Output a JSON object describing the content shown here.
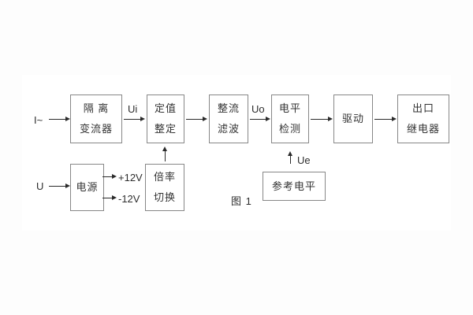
{
  "figure": {
    "caption": "图 1",
    "inputs": {
      "current": "I~",
      "voltage": "U"
    },
    "signals": {
      "ui": "Ui",
      "uo": "Uo",
      "ue": "Ue",
      "plus12": "+12V",
      "minus12": "-12V"
    },
    "blocks": {
      "isolation": {
        "line1": "隔  离",
        "line2": "变流器"
      },
      "setting": {
        "line1": "定值",
        "line2": "整定"
      },
      "rectifier": {
        "line1": "整流",
        "line2": "滤波"
      },
      "level": {
        "line1": "电平",
        "line2": "检测"
      },
      "drive": {
        "line1": "驱动"
      },
      "output": {
        "line1": "出口",
        "line2": "继电器"
      },
      "power": {
        "line1": "电源"
      },
      "ratio": {
        "line1": "倍率",
        "line2": "切换"
      },
      "reference": {
        "line1": "参考电平"
      }
    },
    "colors": {
      "background": "#ffffff",
      "border": "#878787",
      "text": "#333333",
      "arrow": "#2a2a2a"
    }
  }
}
